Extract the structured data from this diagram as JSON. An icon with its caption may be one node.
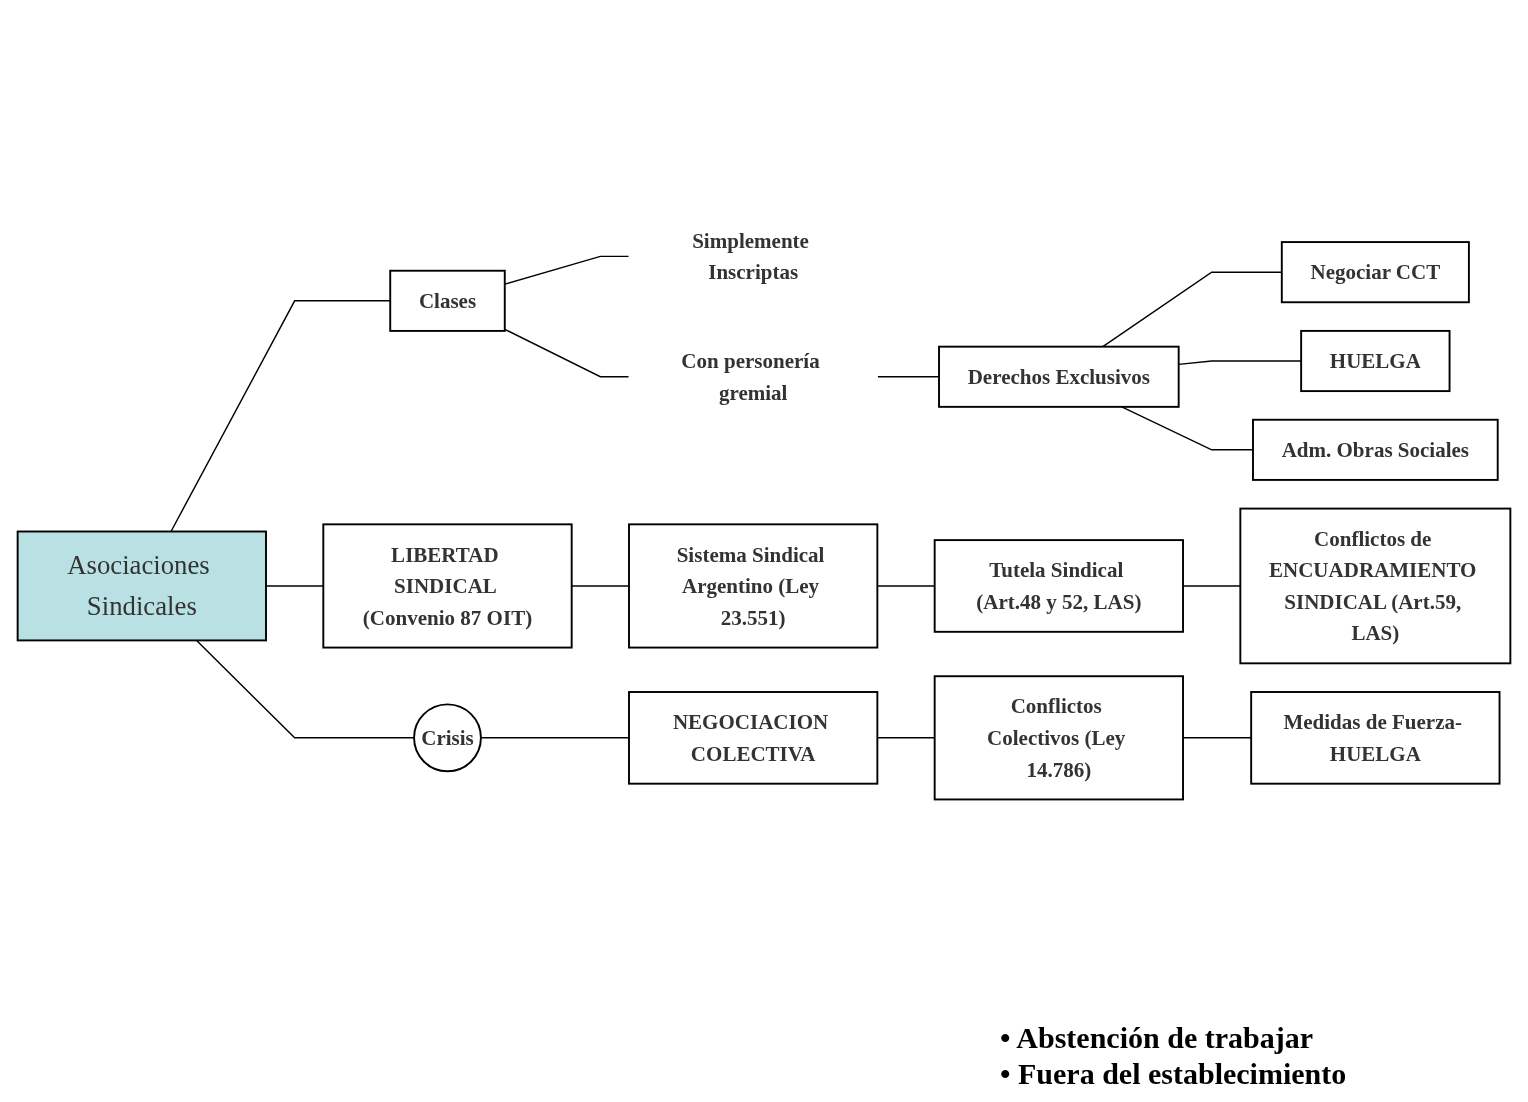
{
  "diagram": {
    "nodes": [
      {
        "text": [
          "Asociaciones Sindicales"
        ]
      },
      {
        "text": [
          "Clases"
        ]
      },
      {
        "text": [
          "Simplemente Inscriptas"
        ]
      },
      {
        "text": [
          "Con personería gremial"
        ]
      },
      {
        "text": [
          "Derechos Exclusivos"
        ]
      },
      {
        "text": [
          "LIBERTAD SINDICAL (Convenio 87 OIT)"
        ]
      },
      {
        "text": [
          "Negociar CCT"
        ]
      },
      {
        "text": [
          "HUELGA"
        ]
      },
      {
        "text": [
          "Adm. Obras Sociales"
        ]
      },
      {
        "text": [
          "Sistema Sindical Argentino (Ley 23.551)"
        ]
      },
      {
        "text": [
          "Crisis"
        ]
      },
      {
        "text": [
          "NEGOCIACION COLECTIVA"
        ]
      },
      {
        "text": [
          "Tutela Sindical (Art.48 y 52, LAS)"
        ]
      },
      {
        "text": [
          "Conflictos Colectivos (Ley 14.786)"
        ]
      },
      {
        "text": [
          "Conflictos de ENCUADRAMIENTO SINDICAL (Art.59, LAS)"
        ]
      },
      {
        "text": [
          "Medidas de Fuerza- HUELGA"
        ]
      }
    ],
    "edges": [
      {
        "from": 0,
        "to": 1,
        "arrow": "none"
      },
      {
        "from": 1,
        "to": 2,
        "arrow": "none"
      },
      {
        "from": 1,
        "to": 3,
        "arrow": "none"
      },
      {
        "from": 3,
        "to": 4,
        "arrow": "none"
      },
      {
        "from": 0,
        "to": 5,
        "arrow": "none"
      },
      {
        "from": 0,
        "to": 10,
        "arrow": "none"
      },
      {
        "from": 5,
        "to": 9,
        "arrow": "none"
      },
      {
        "from": 4,
        "to": 6,
        "arrow": "none"
      },
      {
        "from": 4,
        "to": 7,
        "arrow": "none"
      },
      {
        "from": 4,
        "to": 8,
        "arrow": "none"
      },
      {
        "from": 10,
        "to": 11,
        "arrow": "none"
      },
      {
        "from": 9,
        "to": 12,
        "arrow": "none"
      },
      {
        "from": 11,
        "to": 13,
        "arrow": "none"
      },
      {
        "from": 12,
        "to": 14,
        "arrow": "none"
      },
      {
        "from": 13,
        "to": 15,
        "arrow": "none"
      }
    ],
    "labels": [
      "• Abstención de trabajar",
      "• Fuera del establecimiento"
    ]
  }
}
